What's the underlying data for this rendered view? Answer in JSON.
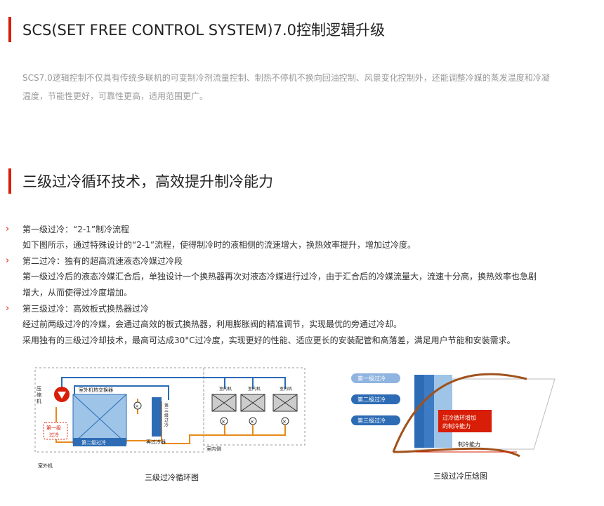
{
  "section1": {
    "title": "SCS(SET FREE CONTROL SYSTEM)7.0控制逻辑升级",
    "intro_line1": "SCS7.0逻辑控制不仅具有传统多联机的可变制冷剂流量控制、制热不停机不换向回油控制、风景变化控制外，还能调整冷媒的蒸发温度和冷凝",
    "intro_line2": "温度，节能性更好，可靠性更高，适用范围更广。"
  },
  "section2": {
    "title": "三级过冷循环技术，高效提升制冷能力",
    "items": [
      {
        "head": "第一级过冷：“2-1”制冷流程",
        "lines": [
          "如下图所示，通过特殊设计的“2-1”流程，使得制冷时的液相侧的流速增大，换热效率提升，增加过冷度。"
        ]
      },
      {
        "head": "第二过冷：独有的超高流速液态冷媒过冷段",
        "lines": [
          "第一级过冷后的液态冷媒汇合后，单独设计一个换热器再次对液态冷媒进行过冷，由于汇合后的冷媒流量大，流速十分高，换热效率也急剧",
          "增大，从而使得过冷度增加。"
        ]
      },
      {
        "head": "第三级过冷：高效板式换热器过冷",
        "lines": [
          "经过前两级过冷的冷媒，会通过高效的板式换热器，利用膨胀阀的精准调节，实现最优的旁通过冷却。",
          "采用独有的三级过冷却技术，最高可达成30°C过冷度，实现更好的性能、适应更长的安装配管和高落差，满足用户节能和安装需求。"
        ]
      }
    ]
  },
  "diagram_left": {
    "compressor": "压缩机",
    "outdoor_hx": "室外机热交换器",
    "first_sub": "第一级\n过冷",
    "second_sub": "第二级过冷",
    "third_sub": "第三级过冷",
    "re_cooler": "再过冷器",
    "indoor_unit": "室内机",
    "indoor_side": "室内侧",
    "outdoor_unit": "室外机",
    "caption": "三级过冷循环图"
  },
  "diagram_right": {
    "stage1": "第一级过冷",
    "stage2": "第二级过冷",
    "stage3": "第三级过冷",
    "callout": "过冷循环增加\n的制冷能力",
    "capacity": "制冷能力",
    "caption": "三级过冷压焓图"
  }
}
